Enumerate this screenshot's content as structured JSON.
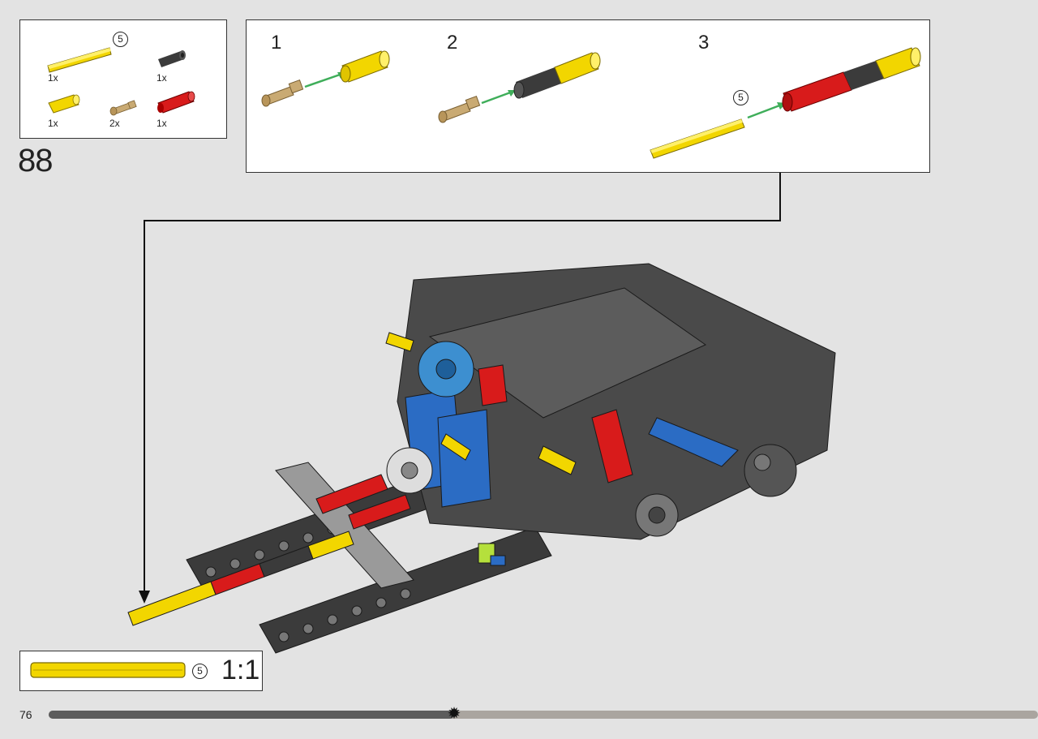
{
  "parts_list": {
    "items": [
      {
        "name": "yellow-axle-5",
        "qty": "1x",
        "length_label": "5"
      },
      {
        "name": "dark-gray-tube",
        "qty": "1x"
      },
      {
        "name": "yellow-short-axle",
        "qty": "1x"
      },
      {
        "name": "tan-axle-pin",
        "qty": "2x"
      },
      {
        "name": "red-axle-connector",
        "qty": "1x"
      }
    ]
  },
  "step": {
    "number": "88"
  },
  "substeps": [
    {
      "number": "1"
    },
    {
      "number": "2"
    },
    {
      "number": "3",
      "length_label": "5"
    }
  ],
  "scale": {
    "length_label": "5",
    "ratio": "1:1"
  },
  "footer": {
    "page_number": "76",
    "progress": 0.41
  },
  "colors": {
    "background": "#e3e3e3",
    "yellow": "#f2d600",
    "red": "#d81b1b",
    "dark_gray": "#3b3b3b",
    "tan": "#c9aa73",
    "blue": "#2b6cc4",
    "arrow_green": "#3fae5a",
    "progress_dark": "#5c5c5c",
    "progress_light": "#aaa59f"
  }
}
